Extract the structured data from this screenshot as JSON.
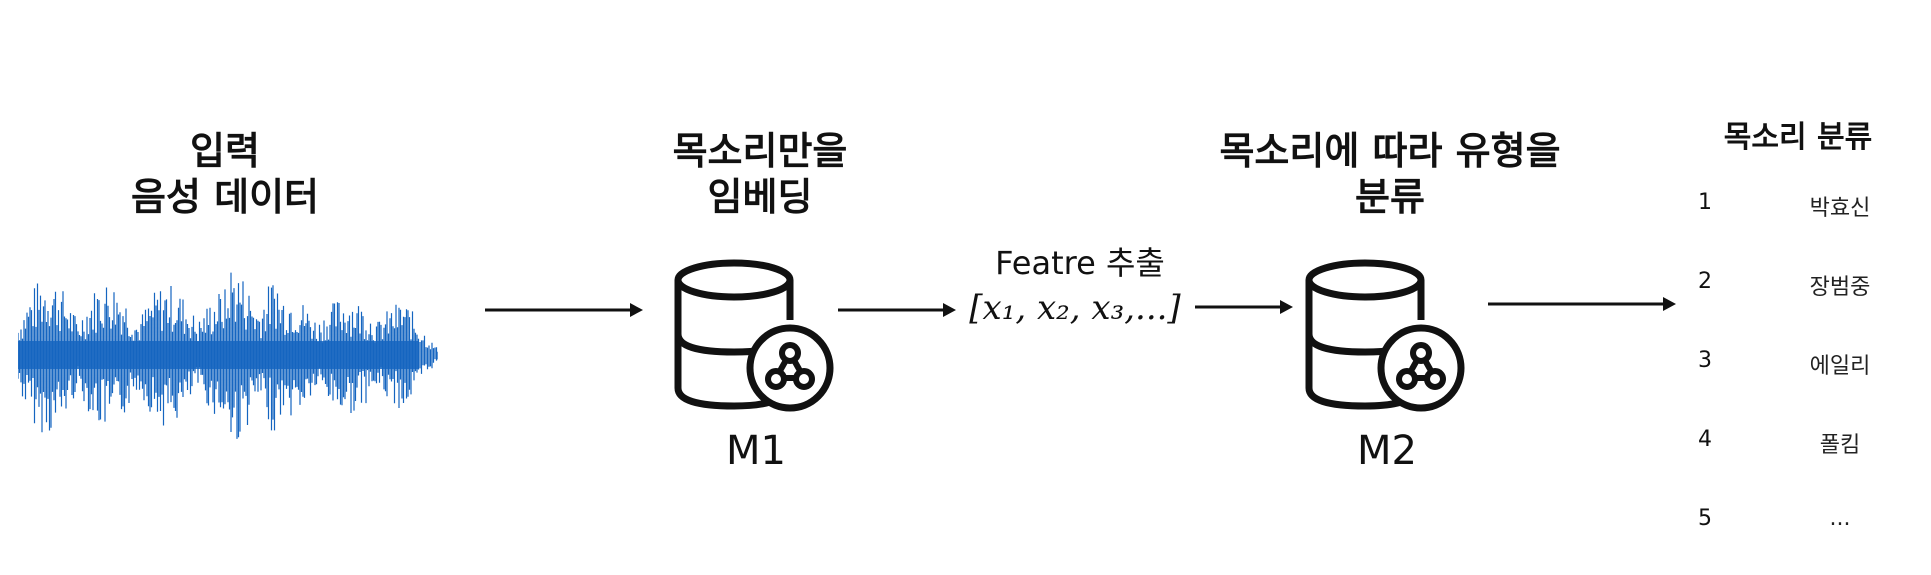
{
  "stages": {
    "input": {
      "line1": "입력",
      "line2": "음성 데이터"
    },
    "embed": {
      "line1": "목소리만을",
      "line2": "임베딩",
      "model": "M1"
    },
    "feature": {
      "title": "Featre 추출",
      "formula": "[x₁, x₂,  x₃,...]"
    },
    "classify": {
      "line1": "목소리에 따라 유형을",
      "line2": "분류",
      "model": "M2"
    }
  },
  "classification": {
    "title": "목소리 분류",
    "items": [
      {
        "num": "1",
        "name": "박효신"
      },
      {
        "num": "2",
        "name": "장범중"
      },
      {
        "num": "3",
        "name": "에일리"
      },
      {
        "num": "4",
        "name": "폴킴"
      },
      {
        "num": "5",
        "name": "..."
      }
    ]
  },
  "colors": {
    "waveform": "#1565c0",
    "ink": "#111111"
  },
  "icons": {
    "database": "database-network-icon",
    "waveform": "audio-waveform-icon"
  }
}
